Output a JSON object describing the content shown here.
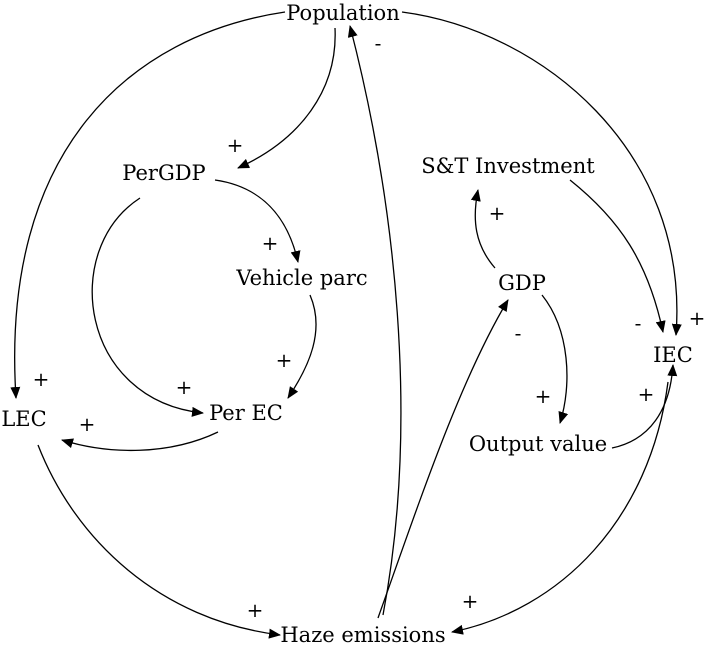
{
  "nodes": {
    "population": "Population",
    "pergdp": "PerGDP",
    "vehicle_parc": "Vehicle parc",
    "st_investment": "S&T Investment",
    "gdp": "GDP",
    "iec": "IEC",
    "lec": "LEC",
    "perec": "Per EC",
    "output_value": "Output value",
    "haze_emissions": "Haze emissions"
  },
  "links": [
    {
      "from": "Population",
      "to": "PerGDP",
      "polarity": "+"
    },
    {
      "from": "Population",
      "to": "LEC",
      "polarity": "+"
    },
    {
      "from": "Population",
      "to": "IEC",
      "polarity": "+"
    },
    {
      "from": "Haze emissions",
      "to": "Population",
      "polarity": "-"
    },
    {
      "from": "PerGDP",
      "to": "Vehicle parc",
      "polarity": "+"
    },
    {
      "from": "PerGDP",
      "to": "Per EC",
      "polarity": "+"
    },
    {
      "from": "Vehicle parc",
      "to": "Per EC",
      "polarity": "+"
    },
    {
      "from": "Per EC",
      "to": "LEC",
      "polarity": "+"
    },
    {
      "from": "LEC",
      "to": "Haze emissions",
      "polarity": "+"
    },
    {
      "from": "Haze emissions",
      "to": "GDP",
      "polarity": "-"
    },
    {
      "from": "GDP",
      "to": "S&T Investment",
      "polarity": "+"
    },
    {
      "from": "S&T Investment",
      "to": "IEC",
      "polarity": "-"
    },
    {
      "from": "GDP",
      "to": "Output value",
      "polarity": "+"
    },
    {
      "from": "Output value",
      "to": "IEC",
      "polarity": "+"
    },
    {
      "from": "IEC",
      "to": "Haze emissions",
      "polarity": "+"
    }
  ]
}
